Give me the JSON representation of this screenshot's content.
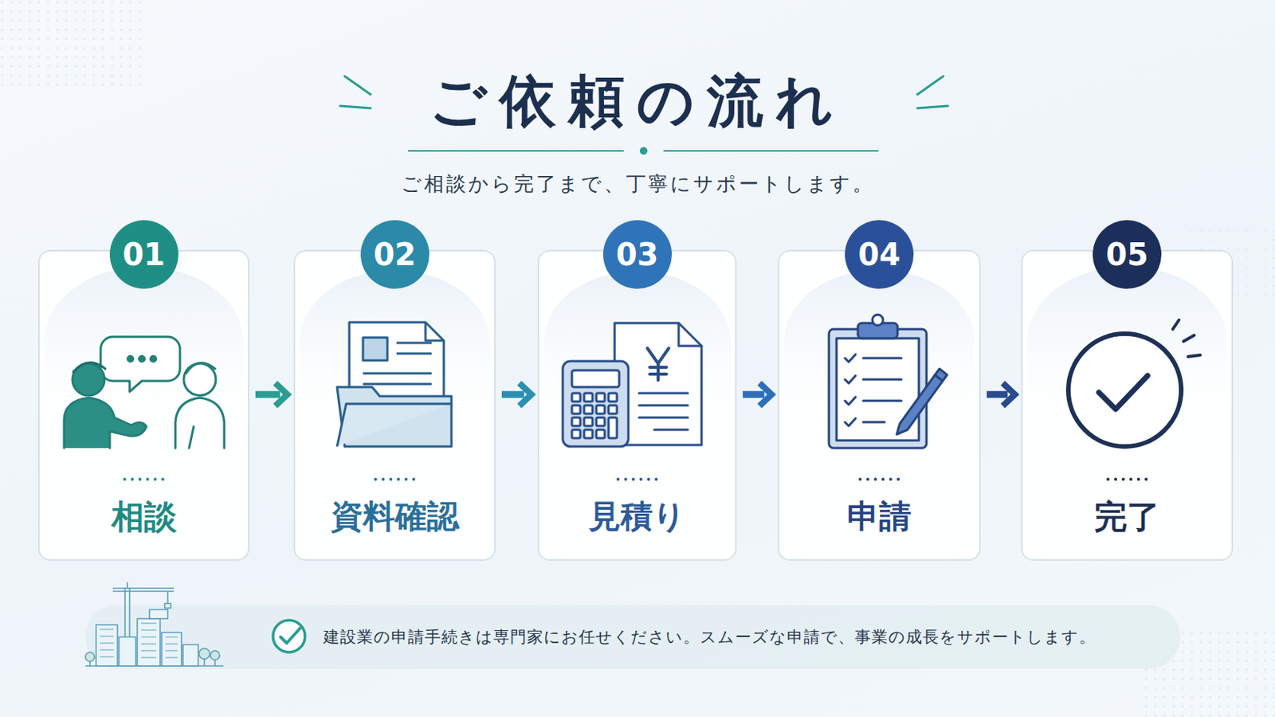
{
  "diagram": {
    "title": "ご依頼の流れ",
    "caption": "ご相談から完了まで、丁寧にサポートします。",
    "nodes": [
      {
        "text": [
          "01",
          "相談"
        ]
      },
      {
        "text": [
          "02",
          "資料確認"
        ]
      },
      {
        "text": [
          "03",
          "見積り"
        ]
      },
      {
        "text": [
          "04",
          "申請"
        ]
      },
      {
        "text": [
          "05",
          "完了"
        ]
      },
      {
        "text": [
          "建設業の申請手続きは専門家にお任せください。スムーズな申請で、事業の成長をサポートします。"
        ]
      }
    ],
    "edges": [
      {
        "from": 0,
        "to": 1,
        "arrow": "to"
      },
      {
        "from": 1,
        "to": 2,
        "arrow": "to"
      },
      {
        "from": 2,
        "to": 3,
        "arrow": "to"
      },
      {
        "from": 3,
        "to": 4,
        "arrow": "to"
      }
    ]
  }
}
